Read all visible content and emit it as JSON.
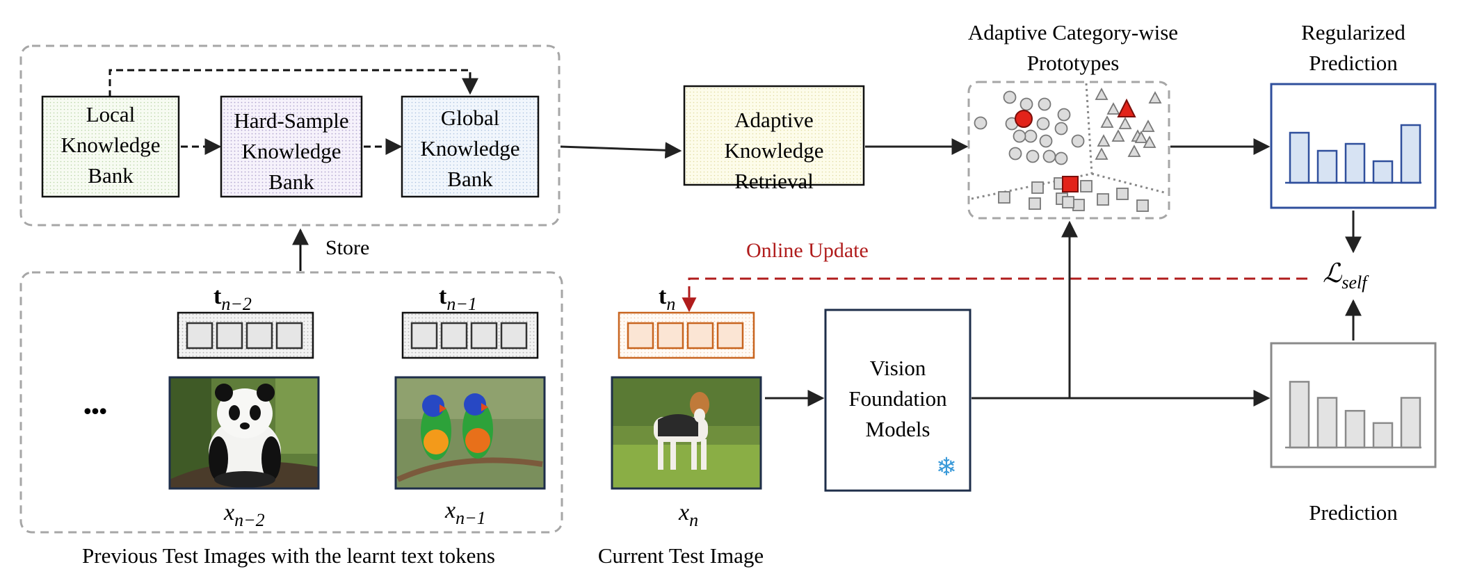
{
  "knowledge_banks": {
    "local_lines": [
      "Local",
      "Knowledge",
      "Bank"
    ],
    "hard_lines": [
      "Hard-Sample",
      "Knowledge",
      "Bank"
    ],
    "global_lines": [
      "Global",
      "Knowledge",
      "Bank"
    ],
    "store_label": "Store"
  },
  "retrieval": {
    "lines": [
      "Adaptive",
      "Knowledge",
      "Retrieval"
    ]
  },
  "prototypes": {
    "title_lines": [
      "Adaptive Category-wise",
      "Prototypes"
    ]
  },
  "regularized": {
    "title_lines": [
      "Regularized",
      "Prediction"
    ],
    "bar_values": [
      0.72,
      0.46,
      0.56,
      0.31,
      0.83
    ]
  },
  "prediction": {
    "label": "Prediction",
    "bar_values": [
      0.86,
      0.65,
      0.48,
      0.32,
      0.65
    ]
  },
  "loss": {
    "base": "ℒ",
    "subscript": "self"
  },
  "online_update": {
    "label": "Online Update"
  },
  "tokens": {
    "t_n2": {
      "base": "t",
      "sub": "n−2"
    },
    "t_n1": {
      "base": "t",
      "sub": "n−1"
    },
    "t_n": {
      "base": "t",
      "sub": "n"
    }
  },
  "images": {
    "x_n2": {
      "base": "x",
      "sub": "n−2"
    },
    "x_n1": {
      "base": "x",
      "sub": "n−1"
    },
    "x_n": {
      "base": "x",
      "sub": "n"
    }
  },
  "ellipsis": "•••",
  "vfm": {
    "lines": [
      "Vision",
      "Foundation",
      "Models"
    ],
    "frozen_glyph": "❄"
  },
  "captions": {
    "previous": "Previous Test Images with the learnt text tokens",
    "current": "Current Test Image"
  },
  "colors": {
    "accent_orange": "#c8641e",
    "online_update_red": "#b01c1c",
    "prototype_red": "#e2231a",
    "regularized_blue": "#2f4f9c",
    "bar_fill_blue": "#d7e3f3",
    "prediction_gray": "#8a8a8a"
  }
}
